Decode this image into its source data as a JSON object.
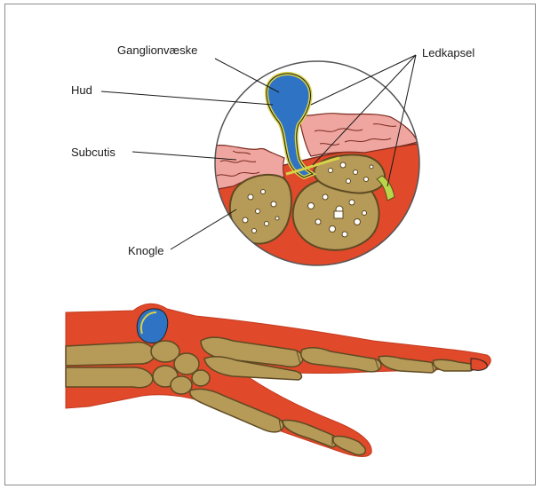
{
  "labels": {
    "ganglion_fluid": "Ganglionvæske",
    "joint_capsule": "Ledkapsel",
    "skin": "Hud",
    "subcutis": "Subcutis",
    "bone": "Knogle"
  },
  "colors": {
    "flesh": "#e0492a",
    "flesh_dark": "#c23a1f",
    "skin_pink": "#efa6a0",
    "skin_line": "#7a2b1f",
    "bone": "#b59a58",
    "bone_outline": "#5e4a22",
    "ganglion": "#2f73c4",
    "capsule": "#d8d24a",
    "capsule_green": "#b9d64a",
    "outline": "#222222"
  }
}
